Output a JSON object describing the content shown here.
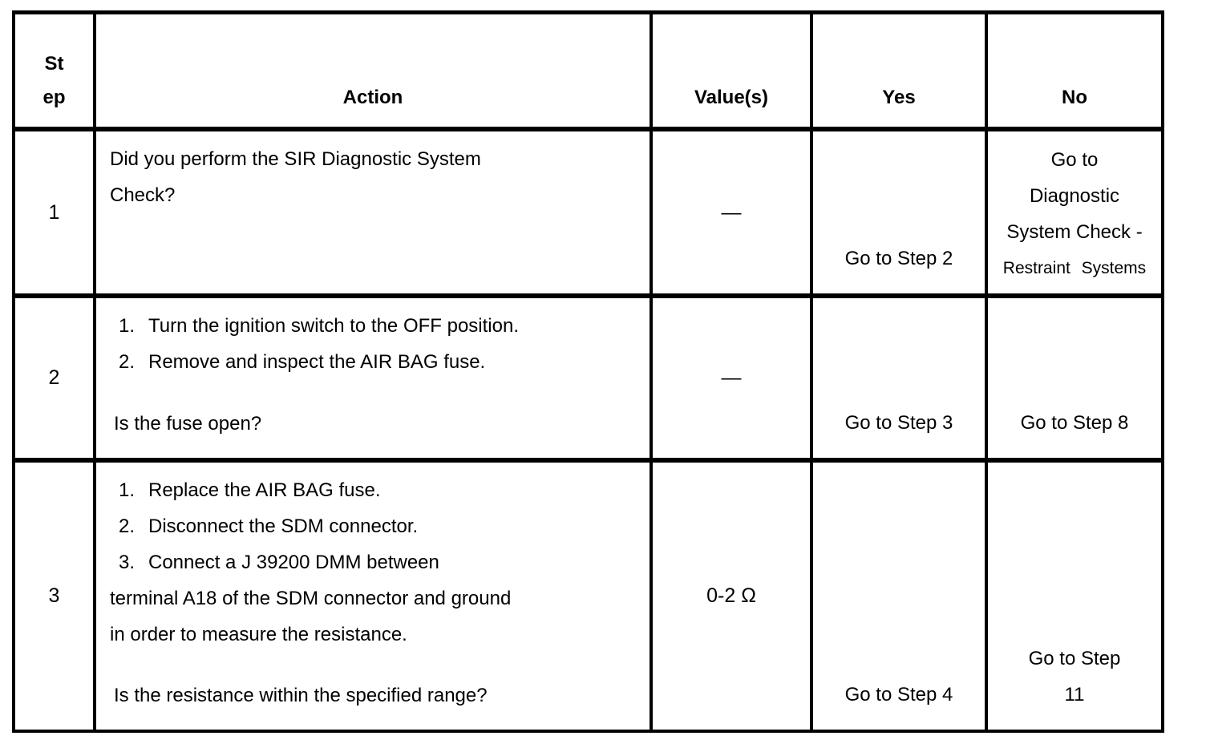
{
  "page": {
    "background": "#ffffff",
    "text_color": "#000000",
    "description": "SIR diagnostic step table"
  },
  "table": {
    "header": {
      "step_line1": "St",
      "step_line2": "ep",
      "action": "Action",
      "values": "Value(s)",
      "yes": "Yes",
      "no": "No"
    },
    "rows": [
      {
        "step": "1",
        "action_lines": [
          "Did you perform the SIR Diagnostic System",
          "Check?"
        ],
        "value": "—",
        "yes": "Go to Step 2",
        "no_lines": [
          "Go to",
          "Diagnostic",
          "System Check -",
          "Restraint Systems"
        ]
      },
      {
        "step": "2",
        "action_items": [
          {
            "num": "1.",
            "text": "Turn the ignition switch to the OFF position."
          },
          {
            "num": "2.",
            "text": "Remove and inspect the AIR BAG fuse."
          }
        ],
        "question": "Is the fuse open?",
        "value": "—",
        "yes": "Go to Step 3",
        "no": "Go to Step 8"
      },
      {
        "step": "3",
        "action_items": [
          {
            "num": "1.",
            "text": "Replace the AIR BAG fuse."
          },
          {
            "num": "2.",
            "text": "Disconnect the SDM connector."
          },
          {
            "num": "3.",
            "text": "Connect a J 39200 DMM between"
          }
        ],
        "action_cont": [
          "terminal A18 of the SDM connector and ground",
          "in order to measure the resistance."
        ],
        "question": "Is the resistance within the specified range?",
        "value": "0-2 Ω",
        "yes": "Go to Step 4",
        "no_lines": [
          "Go to Step",
          "11"
        ]
      }
    ]
  }
}
